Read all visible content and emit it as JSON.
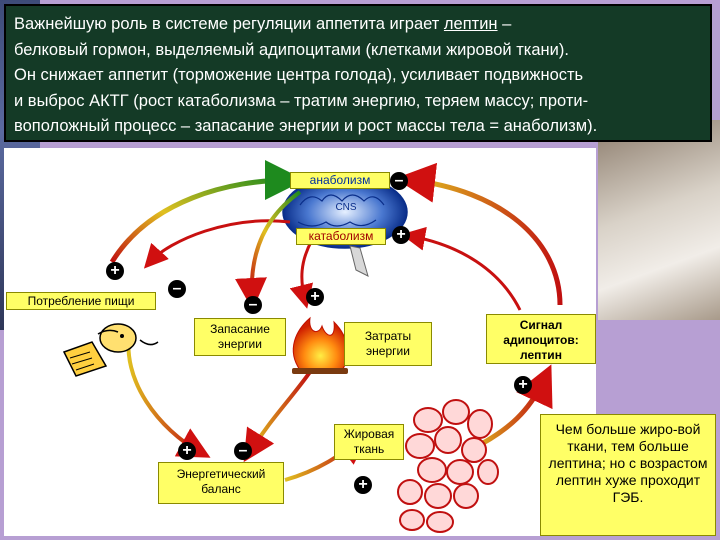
{
  "header": {
    "line1_before": "Важнейшую роль в системе регуляции аппетита играет ",
    "line1_link": "лептин",
    "line1_after": " –",
    "line2": "белковый гормон, выделяемый адипоцитами (клетками жировой ткани).",
    "line3": "Он снижает аппетит (торможение центра голода), усиливает подвижность",
    "line4": "и выброс АКТГ (рост катаболизма – тратим энергию, теряем массу; проти-",
    "line5": "воположный процесс – запасание энергии и рост массы тела = анаболизм)."
  },
  "diagram": {
    "anabolism": "анаболизм",
    "catabolism": "катаболизм",
    "cns": "CNS",
    "food_intake": "Потребление пищи",
    "energy_storage": "Запасание энергии",
    "energy_expenditure": "Затраты энергии",
    "adipocyte_signal": "Сигнал адипоцитов: лептин",
    "adipose_tissue": "Жировая ткань",
    "energy_balance": "Энергетический баланс",
    "plus": "+",
    "minus": "–"
  },
  "note": "Чем больше жиро-вой ткани, тем больше лептина; но с возрастом лептин хуже проходит ГЭБ.",
  "colors": {
    "header_bg": "#143a26",
    "slide_bg": "#b79fd3",
    "box_yellow": "#ffff66",
    "arrow_red": "#e02010",
    "arrow_green": "#3a8a20"
  }
}
